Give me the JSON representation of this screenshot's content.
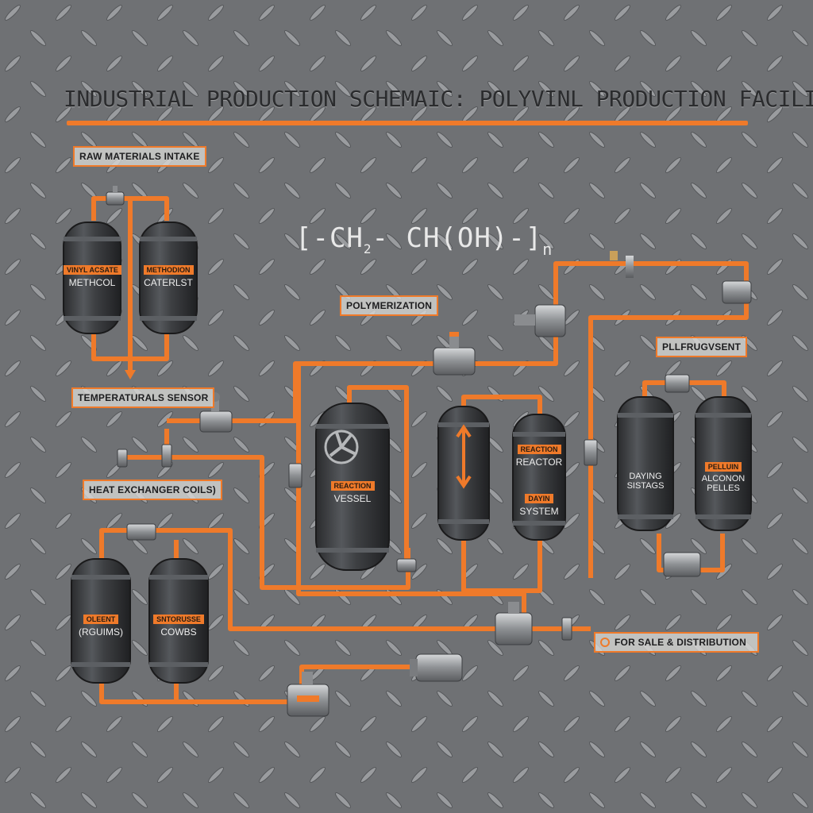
{
  "title": "INDUSTRIAL PRODUCTION SCHEMAIC: POLYVINL PRODUCTION FACILITY",
  "formula": {
    "part1": "[-CH",
    "sub": "2",
    "part2": "- CH(OH)-]",
    "n": "n"
  },
  "colors": {
    "pipe": "#ef7a2a",
    "tank": "#3d3f42",
    "steel": "#9ea1a4",
    "plate": "#6e7073"
  },
  "tags": {
    "raw_materials": "RAW MATERIALS INTAKE",
    "polymerization": "POLYMERIZATION",
    "temperature_sensor": "TEMPERATURALS SENSOR",
    "heat_exchanger": "HEAT EXCHANGER COILS)",
    "purification": "PLLFRUGVSENT",
    "sale": "FOR SALE & DISTRIBUTION"
  },
  "tanks": {
    "tank_a": {
      "tag": "VINYL ACSATE",
      "main": "METHCOL"
    },
    "tank_b": {
      "tag": "METHODION",
      "main": "CATERLST"
    },
    "reaction_vessel": {
      "tag": "REACTION",
      "main": "VESSEL"
    },
    "reactor": {
      "tag": "REACTION",
      "main": "REACTOR"
    },
    "drying": {
      "tag": "DAYIN",
      "main": "SYSTEM"
    },
    "stages": {
      "tag": "",
      "main": "DAYING SISTAGS"
    },
    "pellets": {
      "tag": "PELLUIN",
      "main": "ALCONON PELLES"
    },
    "solvent": {
      "tag": "OLEENT",
      "main": "(RGUIMS)"
    },
    "condenser": {
      "tag": "SNTORUSSE",
      "main": "COWBS"
    }
  }
}
